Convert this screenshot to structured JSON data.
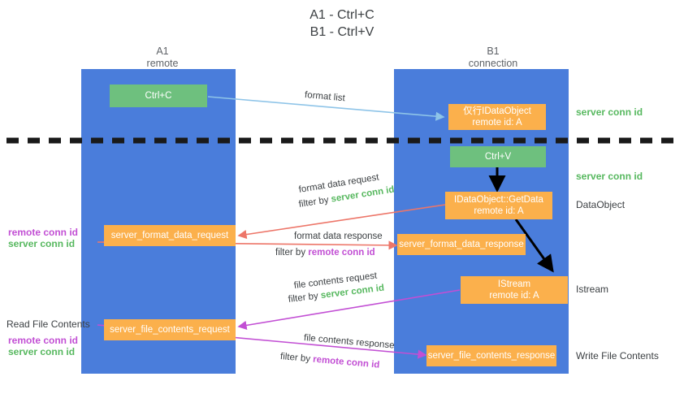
{
  "title": {
    "line1": "A1 - Ctrl+C",
    "line2": "B1 - Ctrl+V"
  },
  "columns": {
    "left": {
      "name": "A1",
      "role": "remote"
    },
    "right": {
      "name": "B1",
      "role": "connection"
    }
  },
  "colors": {
    "lane": "#4a7ddb",
    "green_box": "#6ec07e",
    "orange_box": "#fbb04c",
    "server_conn_id": "#57b85f",
    "remote_conn_id": "#c24fd4",
    "arrow_blue": "#8ec4e8",
    "arrow_red": "#ed7669",
    "arrow_magenta": "#c24fd4",
    "arrow_black": "#000000",
    "divider": "#1a1a1a"
  },
  "boxes": {
    "ctrl_c": {
      "label": "Ctrl+C"
    },
    "ctrl_v": {
      "label": "Ctrl+V"
    },
    "idataobject_top": {
      "line1": "仅行IDataObject",
      "line2": "remote id: A"
    },
    "idataobject_getdata": {
      "line1": "IDataObject::GetData",
      "line2": "remote id: A"
    },
    "istream": {
      "line1": "IStream",
      "line2": "remote id: A"
    },
    "server_format_data_request": {
      "label": "server_format_data_request"
    },
    "server_format_data_response": {
      "label": "server_format_data_response"
    },
    "server_file_contents_request": {
      "label": "server_file_contents_request"
    },
    "server_file_contents_response": {
      "label": "server_file_contents_response"
    }
  },
  "right_labels": {
    "server_conn_id_1": "server conn id",
    "server_conn_id_2": "server conn id",
    "dataobject": "DataObject",
    "istream": "Istream",
    "write_file_contents": "Write File Contents"
  },
  "left_labels": {
    "remote_conn_id_1": "remote conn id",
    "server_conn_id_1": "server conn id",
    "read_file_contents": "Read File Contents",
    "remote_conn_id_2": "remote conn id",
    "server_conn_id_2": "server conn id"
  },
  "arrow_labels": {
    "format_list": "format list",
    "format_data_request": "format data request",
    "format_data_request_filter_prefix": "filter by ",
    "format_data_request_filter_value": "server conn id",
    "format_data_response": "format data response",
    "format_data_response_filter_prefix": "filter by ",
    "format_data_response_filter_value": "remote conn id",
    "file_contents_request": "file contents request",
    "file_contents_request_filter_prefix": "filter by ",
    "file_contents_request_filter_value": "server conn id",
    "file_contents_response": "file contents response",
    "file_contents_response_filter_prefix": "filter by ",
    "file_contents_response_filter_value": "remote conn id"
  }
}
